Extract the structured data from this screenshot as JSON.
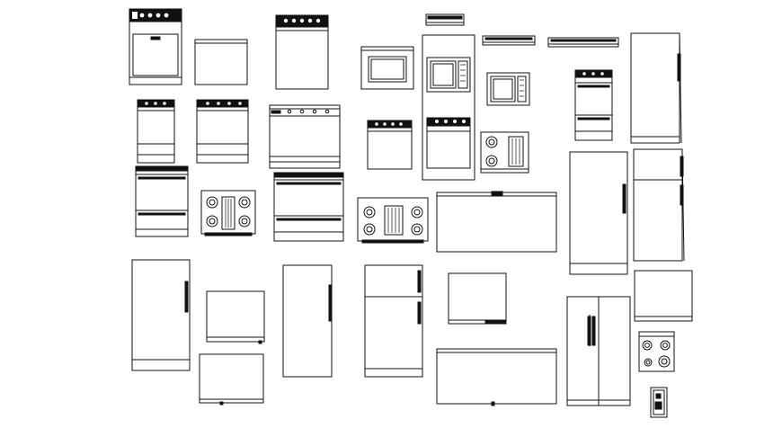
{
  "drawing": {
    "background": "#ffffff",
    "line_color": "#111111",
    "symbols": [
      "dishwasher-elevation",
      "undercounter-panel",
      "dishwasher-elevation-2",
      "microwave-elevation",
      "wall-oven-microwave-tower",
      "range-hood-small",
      "range-hood-slim",
      "range-hood-long",
      "refrigerator-side-tall",
      "countertop-microwave",
      "range-elevation-small",
      "range-elevation-medium",
      "range-elevation-wide",
      "dishwasher-elevation-3",
      "cooktop-plan-square",
      "range-elevation-tall",
      "refrigerator-side-medium",
      "double-oven-range",
      "cooktop-plan-grill",
      "double-oven-range-wide",
      "cooktop-plan-wide-grill",
      "counter-panel-wide",
      "refrigerator-single-door",
      "refrigerator-side-right",
      "refrigerator-single-left",
      "washer-box",
      "refrigerator-tall-narrow",
      "refrigerator-top-freezer",
      "dryer-box",
      "side-by-side-refrigerator",
      "panel-box-right",
      "cooktop-plan-four",
      "washer-box-low",
      "counter-panel-low",
      "thermostat-small"
    ]
  }
}
